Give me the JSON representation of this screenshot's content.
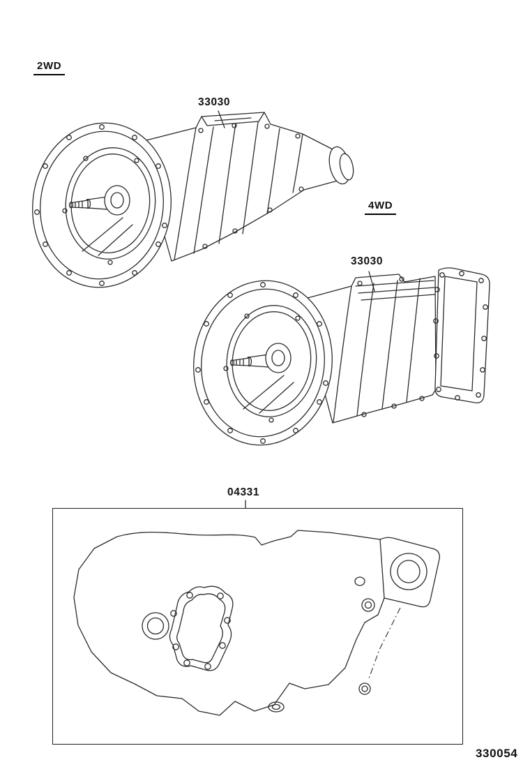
{
  "page": {
    "background_color": "#ffffff",
    "line_color": "#2a2a2a",
    "figure_code": "330054"
  },
  "variants": [
    {
      "id": "2wd",
      "drivetrain_label": "2WD",
      "part_number": "33030"
    },
    {
      "id": "4wd",
      "drivetrain_label": "4WD",
      "part_number": "33030"
    }
  ],
  "gasket_kit": {
    "part_number": "04331"
  }
}
